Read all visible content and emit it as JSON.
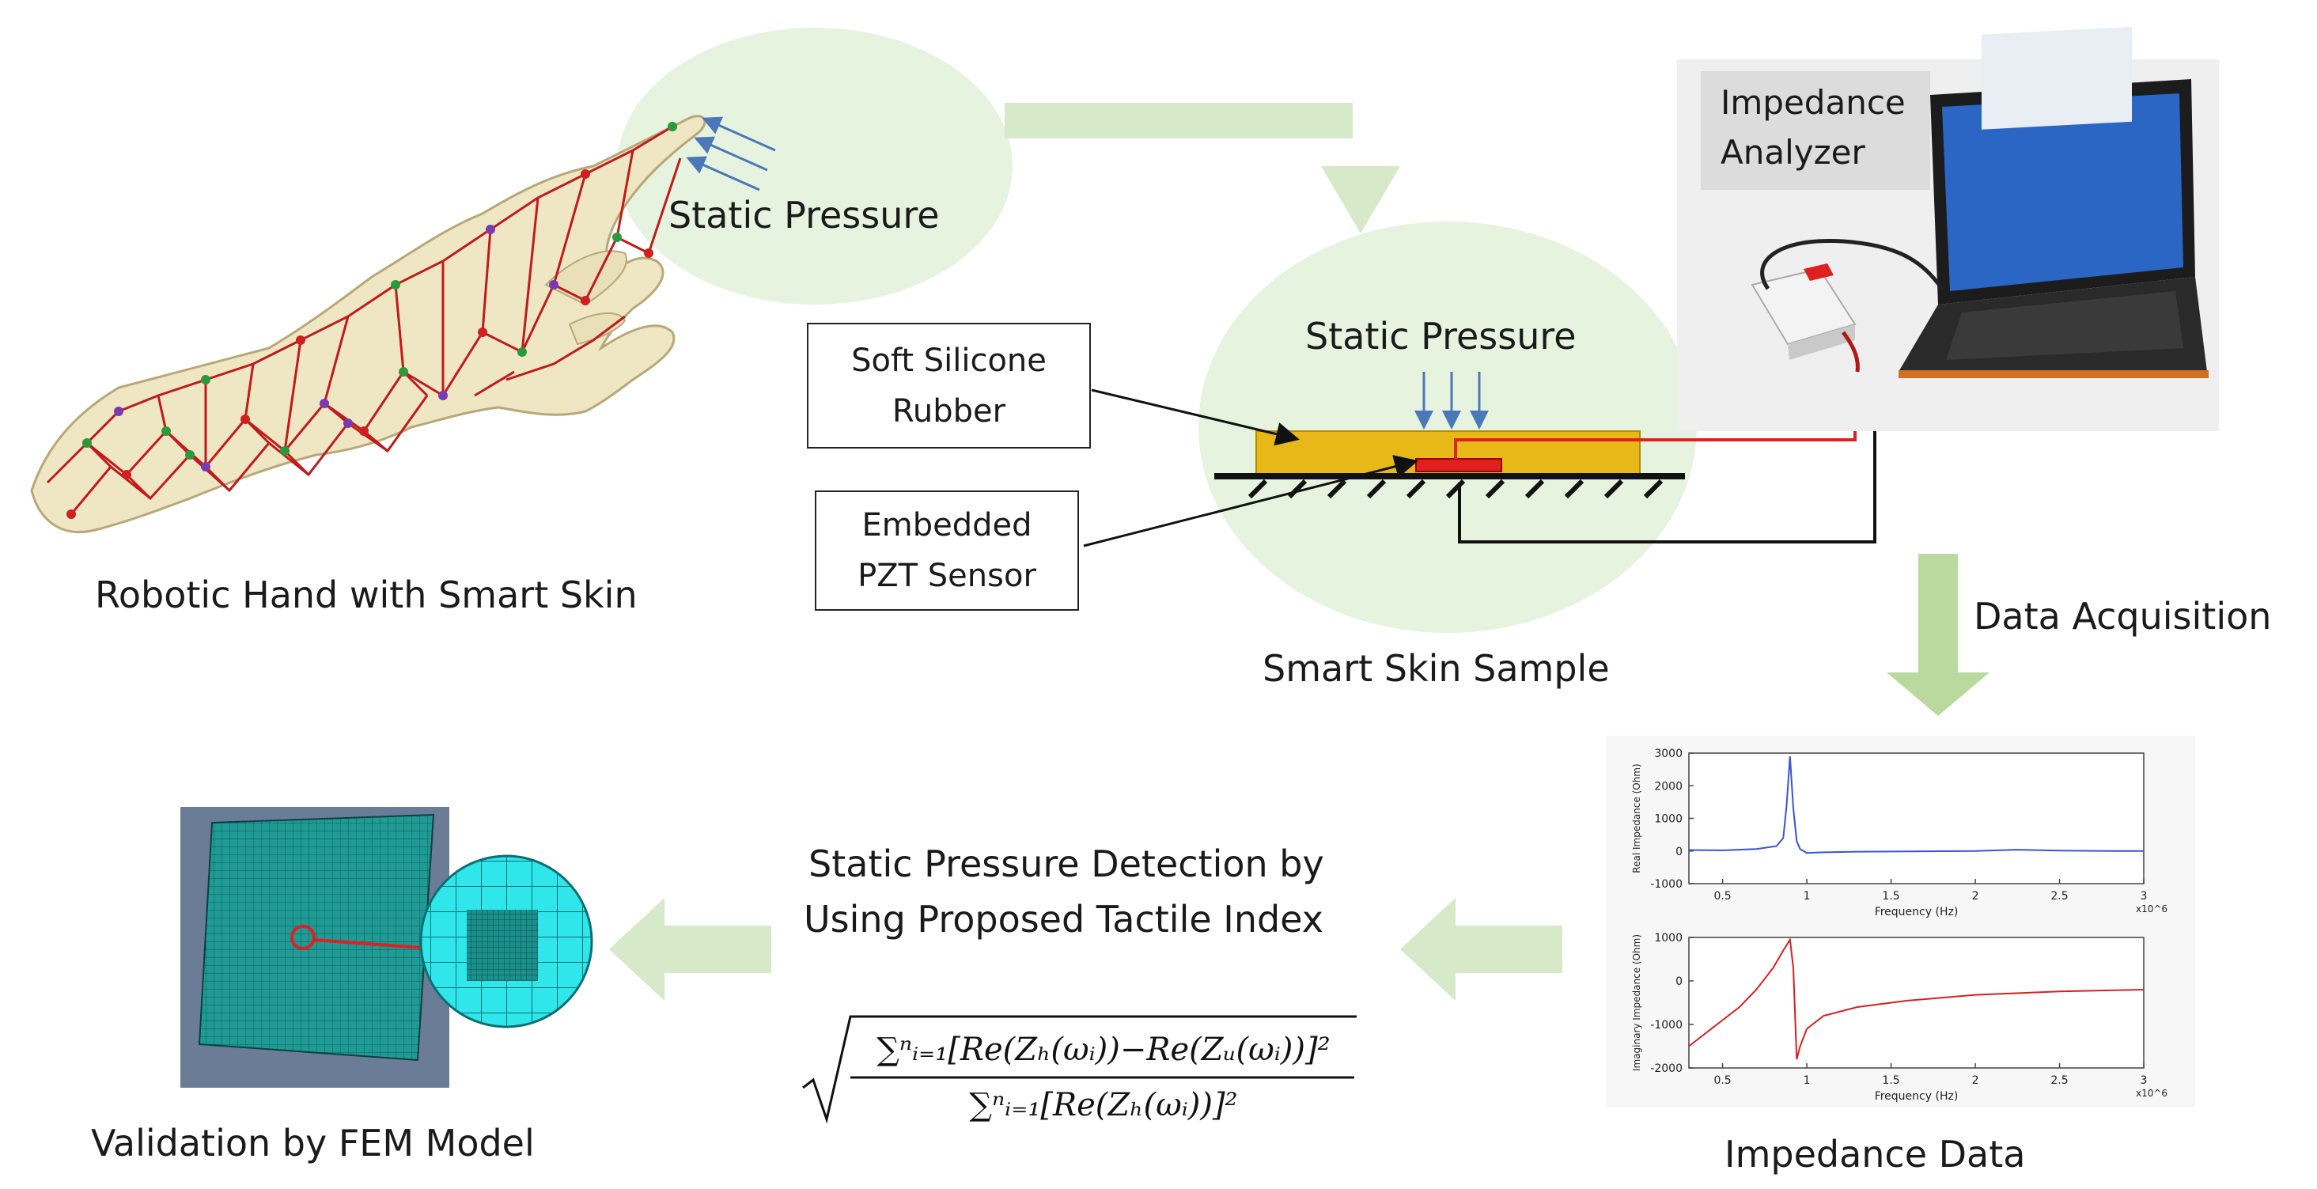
{
  "robot_hand": {
    "bubble_label": "Static Pressure",
    "caption": "Robotic Hand with Smart Skin"
  },
  "smart_skin": {
    "pressure_label": "Static Pressure",
    "caption": "Smart Skin Sample",
    "callout_silicone": [
      "Soft Silicone",
      "Rubber"
    ],
    "callout_pzt": [
      "Embedded",
      "PZT Sensor"
    ]
  },
  "analyzer": {
    "label": [
      "Impedance",
      "Analyzer"
    ]
  },
  "data_acquisition_label": "Data Acquisition",
  "impedance": {
    "caption": "Impedance Data"
  },
  "detection": {
    "title": [
      "Static Pressure Detection by",
      "Using Proposed Tactile Index"
    ]
  },
  "fem": {
    "caption": "Validation by FEM Model"
  },
  "chart_data": [
    {
      "type": "line",
      "xlabel": "Frequency (Hz)",
      "ylabel": "Real Impedance (Ohm)",
      "x_ticks": [
        "0.5",
        "1",
        "1.5",
        "2",
        "2.5",
        "3"
      ],
      "y_ticks": [
        "3000",
        "2000",
        "1000",
        "0",
        "-1000"
      ],
      "xlim": [
        0.3,
        3.0
      ],
      "ylim": [
        -1000,
        3000
      ],
      "x_exponent": "x10^6",
      "series": [
        {
          "color": "#3b52d8",
          "x": [
            0.3,
            0.5,
            0.7,
            0.82,
            0.86,
            0.88,
            0.9,
            0.92,
            0.94,
            0.96,
            1.0,
            1.1,
            1.3,
            1.6,
            2.0,
            2.25,
            2.5,
            2.8,
            3.0
          ],
          "y": [
            30,
            20,
            60,
            150,
            400,
            1400,
            2900,
            1300,
            300,
            60,
            -60,
            -40,
            -20,
            -10,
            0,
            40,
            10,
            0,
            0
          ]
        }
      ]
    },
    {
      "type": "line",
      "xlabel": "Frequency (Hz)",
      "ylabel": "Imaginary Impedance (Ohm)",
      "x_ticks": [
        "0.5",
        "1",
        "1.5",
        "2",
        "2.5",
        "3"
      ],
      "y_ticks": [
        "1000",
        "0",
        "-1000",
        "-2000"
      ],
      "xlim": [
        0.3,
        3.0
      ],
      "ylim": [
        -2000,
        1000
      ],
      "x_exponent": "x10^6",
      "series": [
        {
          "color": "#d62020",
          "x": [
            0.3,
            0.4,
            0.5,
            0.6,
            0.7,
            0.8,
            0.86,
            0.9,
            0.92,
            0.94,
            0.96,
            1.0,
            1.1,
            1.3,
            1.6,
            2.0,
            2.5,
            3.0
          ],
          "y": [
            -1500,
            -1200,
            -900,
            -600,
            -200,
            300,
            700,
            950,
            300,
            -1800,
            -1500,
            -1100,
            -800,
            -600,
            -450,
            -320,
            -240,
            -200
          ]
        }
      ]
    }
  ]
}
